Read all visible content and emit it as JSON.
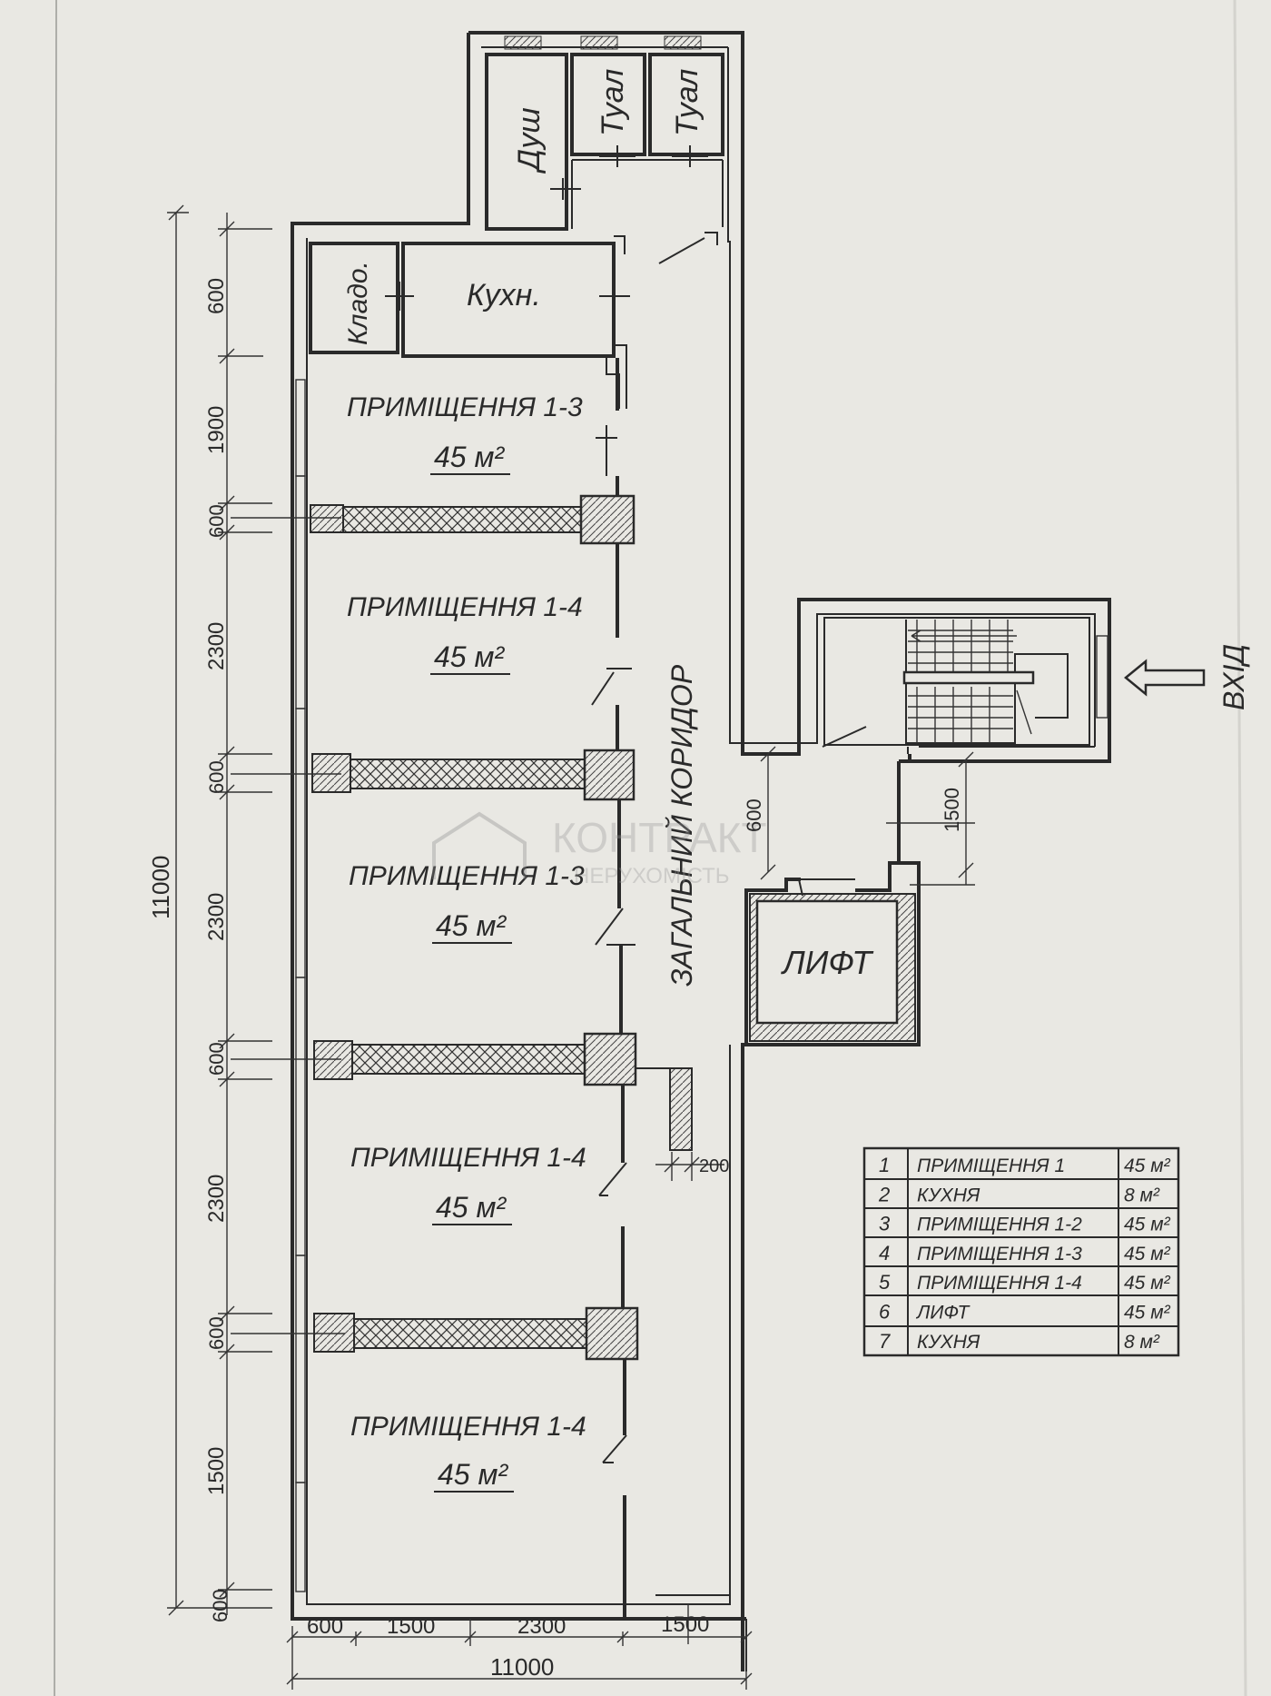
{
  "rooms": {
    "shower": "Душ",
    "toilet": "Туал",
    "storage": "Кладо.",
    "kitchen": "Кухн.",
    "lift": "ЛИФТ"
  },
  "office_units": [
    {
      "name": "ПРИМІЩЕННЯ 1-3",
      "area": "45 м²"
    },
    {
      "name": "ПРИМІЩЕННЯ 1-4",
      "area": "45 м²"
    },
    {
      "name": "ПРИМІЩЕННЯ 1-3",
      "area": "45 м²"
    },
    {
      "name": "ПРИМІЩЕННЯ 1-4",
      "area": "45 м²"
    },
    {
      "name": "ПРИМІЩЕННЯ 1-4",
      "area": "45 м²"
    }
  ],
  "corridor_label": "ЗАГАЛЬНИЙ КОРИДОР",
  "entrance_label": "ВХІД",
  "watermark": {
    "line1": "КОНТРАКТ",
    "line2": "НЕРУХОМІСТЬ"
  },
  "dimensions": {
    "left_chain": [
      "600",
      "1900",
      "600",
      "2300",
      "600",
      "2300",
      "600",
      "2300",
      "600",
      "1500",
      "600"
    ],
    "left_total": "11000",
    "bottom_chain": [
      "600",
      "1500",
      "2300",
      "1500"
    ],
    "bottom_total": "11000",
    "corridor_gap": "600",
    "lift_hall": "1500",
    "column_notch": "200"
  },
  "legend": [
    {
      "n": "1",
      "name": "ПРИМІЩЕННЯ 1",
      "area": "45 м²"
    },
    {
      "n": "2",
      "name": "КУХНЯ",
      "area": "8 м²"
    },
    {
      "n": "3",
      "name": "ПРИМІЩЕННЯ 1-2",
      "area": "45 м²"
    },
    {
      "n": "4",
      "name": "ПРИМІЩЕННЯ 1-3",
      "area": "45 м²"
    },
    {
      "n": "5",
      "name": "ПРИМІЩЕННЯ 1-4",
      "area": "45 м²"
    },
    {
      "n": "6",
      "name": "ЛИФТ",
      "area": "45 м²"
    },
    {
      "n": "7",
      "name": "КУХНЯ",
      "area": "8 м²"
    }
  ]
}
